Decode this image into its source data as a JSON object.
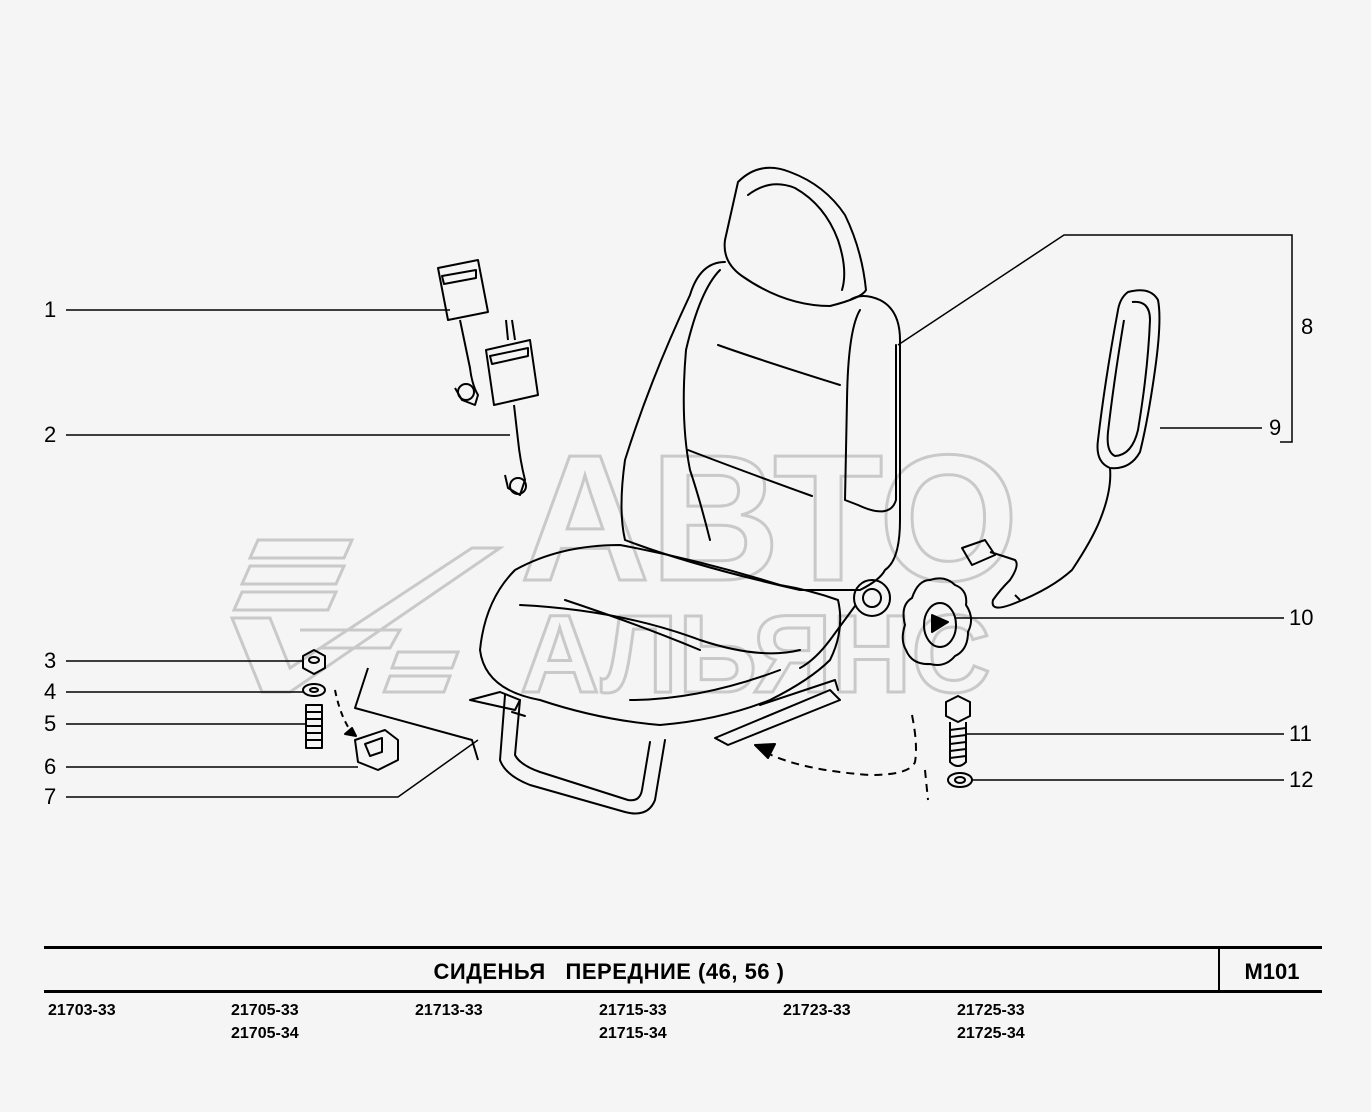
{
  "callouts": [
    {
      "num": "1"
    },
    {
      "num": "2"
    },
    {
      "num": "3"
    },
    {
      "num": "4"
    },
    {
      "num": "5"
    },
    {
      "num": "6"
    },
    {
      "num": "7"
    },
    {
      "num": "8"
    },
    {
      "num": "9"
    },
    {
      "num": "10"
    },
    {
      "num": "11"
    },
    {
      "num": "12"
    }
  ],
  "watermark": {
    "line1": "АВТО",
    "line2": "АЛЬЯНС"
  },
  "title": {
    "text": "СИДЕНЬЯ   ПЕРЕДНИЕ (46, 56 )",
    "code": "M101"
  },
  "models": [
    "21703-33",
    "21705-33",
    "21705-34",
    "21713-33",
    "21715-33",
    "21715-34",
    "21723-33",
    "21725-33",
    "21725-34"
  ]
}
